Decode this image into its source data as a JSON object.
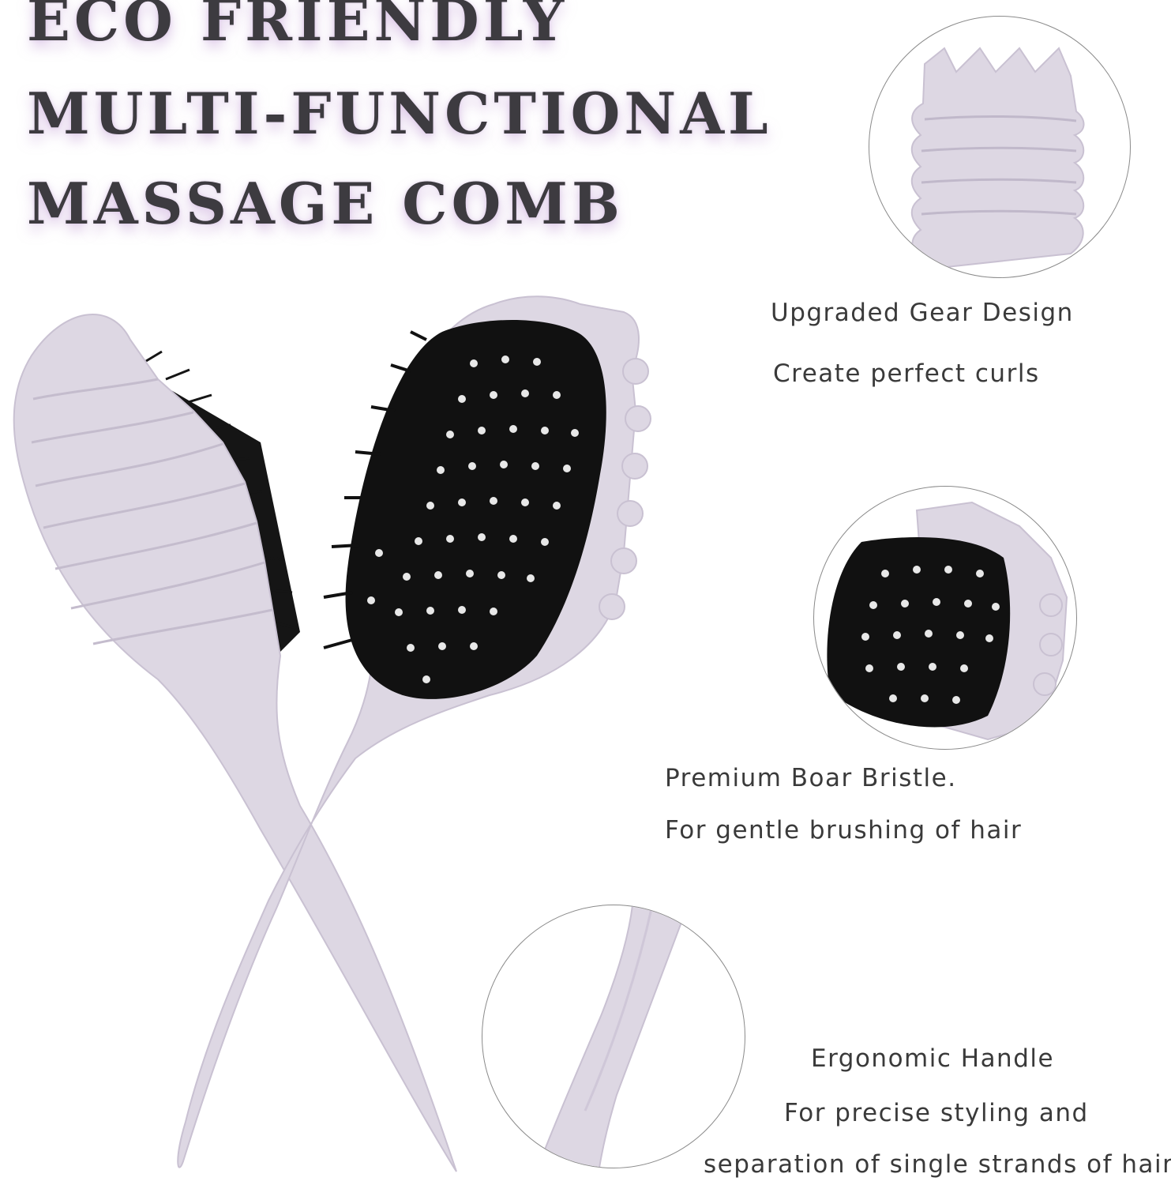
{
  "headline": {
    "line1": "ECO  FRIENDLY",
    "line2": "MULTI-FUNCTIONAL",
    "line3": "MASSAGE COMB"
  },
  "features": [
    {
      "title": "Upgraded Gear Design",
      "subtitle": "Create perfect curls"
    },
    {
      "title": "Premium Boar Bristle.",
      "subtitle": "For gentle brushing of hair"
    },
    {
      "title": "Ergonomic Handle",
      "subtitle": "For precise styling and",
      "subtitle2": "separation of single strands of hair"
    }
  ],
  "colors": {
    "comb_body": "#ddd7e3",
    "bristle_pad": "#111111",
    "headline_text": "#3d3b40",
    "headline_glow": "#c4a6d9"
  }
}
